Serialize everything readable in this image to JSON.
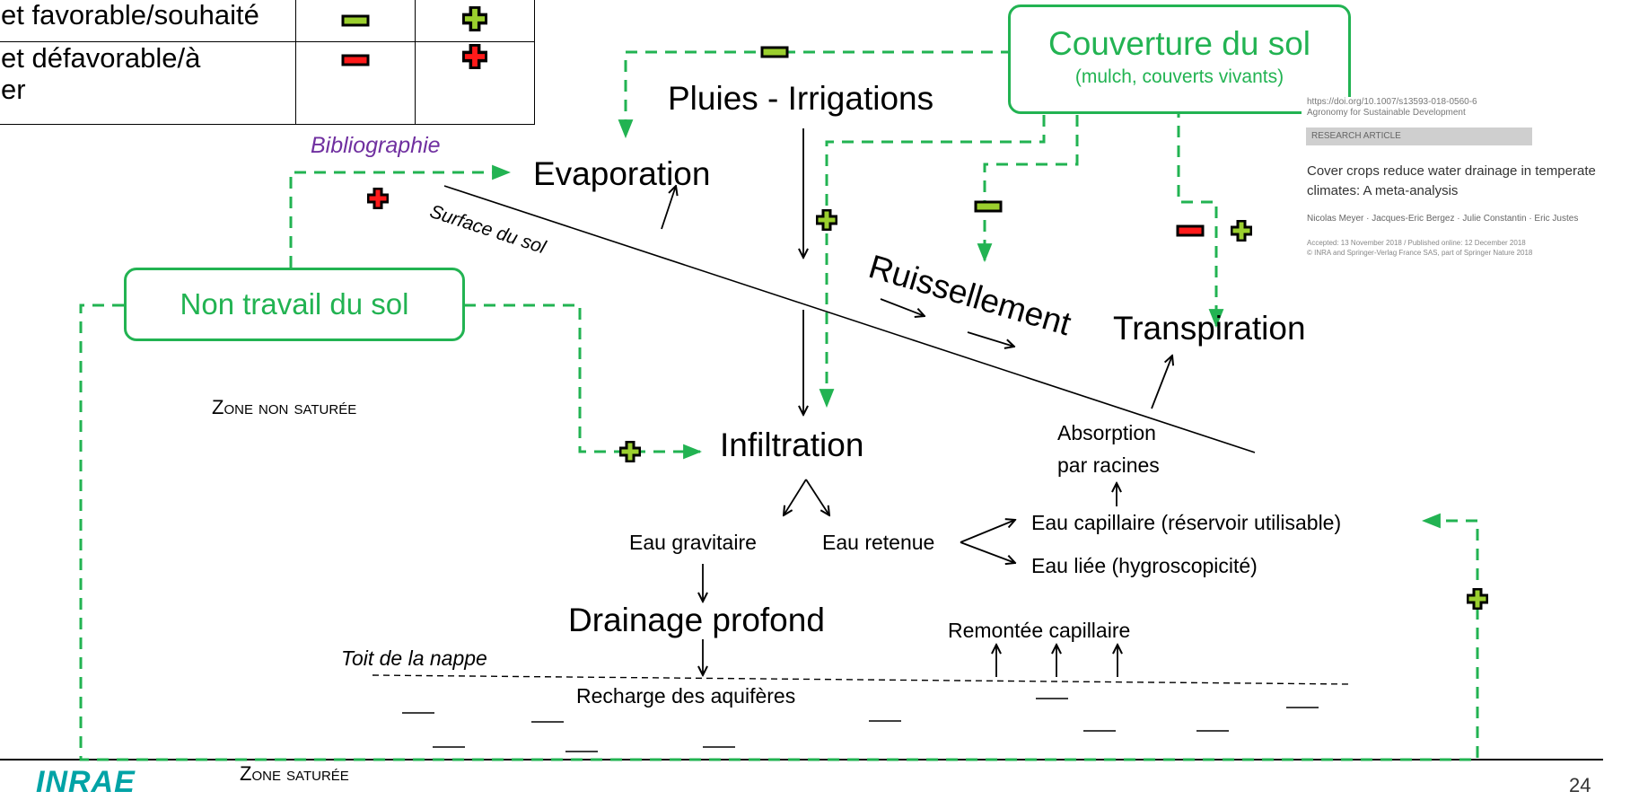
{
  "legend": {
    "rows": [
      {
        "label": "et favorable/souhaité"
      },
      {
        "label_line1": "et défavorable/à",
        "label_line2": "er"
      }
    ]
  },
  "labels": {
    "bibliographie": "Bibliographie",
    "pluies": "Pluies - Irrigations",
    "evaporation": "Evaporation",
    "surface": "Surface du sol",
    "ruissellement": "Ruissellement",
    "transpiration": "Transpiration",
    "infiltration": "Infiltration",
    "absorption_l1": "Absorption",
    "absorption_l2": "par racines",
    "eau_gravitaire": "Eau gravitaire",
    "eau_retenue": "Eau retenue",
    "eau_capillaire": "Eau capillaire (réservoir utilisable)",
    "eau_liee": "Eau liée (hygroscopicité)",
    "drainage": "Drainage profond",
    "remontee": "Remontée capillaire",
    "toit": "Toit de la nappe",
    "recharge": "Recharge des aquifères",
    "zone_non_saturee": "Zone non saturée",
    "zone_saturee": "Zone saturée"
  },
  "boxes": {
    "couverture_title": "Couverture du sol",
    "couverture_sub": "(mulch, couverts vivants)",
    "non_travail": "Non travail du sol"
  },
  "paper": {
    "header_line1": "https://doi.org/10.1007/s13593-018-0560-6",
    "header_line2": "Agronomy for Sustainable Development",
    "badge": "RESEARCH ARTICLE",
    "title": "Cover crops reduce water drainage in temperate climates: A meta-analysis",
    "authors": "Nicolas Meyer · Jacques-Eric Bergez · Julie Constantin · Eric Justes",
    "footer_line1": "Accepted: 13 November 2018 / Published online: 12 December 2018",
    "footer_line2": "© INRA and Springer-Verlag France SAS, part of Springer Nature 2018"
  },
  "logo": "INRAE",
  "page_number": "24",
  "colors": {
    "green": "#22b352",
    "sign_plus_favorable": "#9bcf2e",
    "sign_red": "#ff1a1a",
    "purple": "#7030a0",
    "logo_teal": "#00a3a6"
  },
  "icons": [
    "minus-favorable-icon",
    "plus-favorable-icon",
    "minus-unfavorable-icon",
    "plus-unfavorable-icon"
  ]
}
